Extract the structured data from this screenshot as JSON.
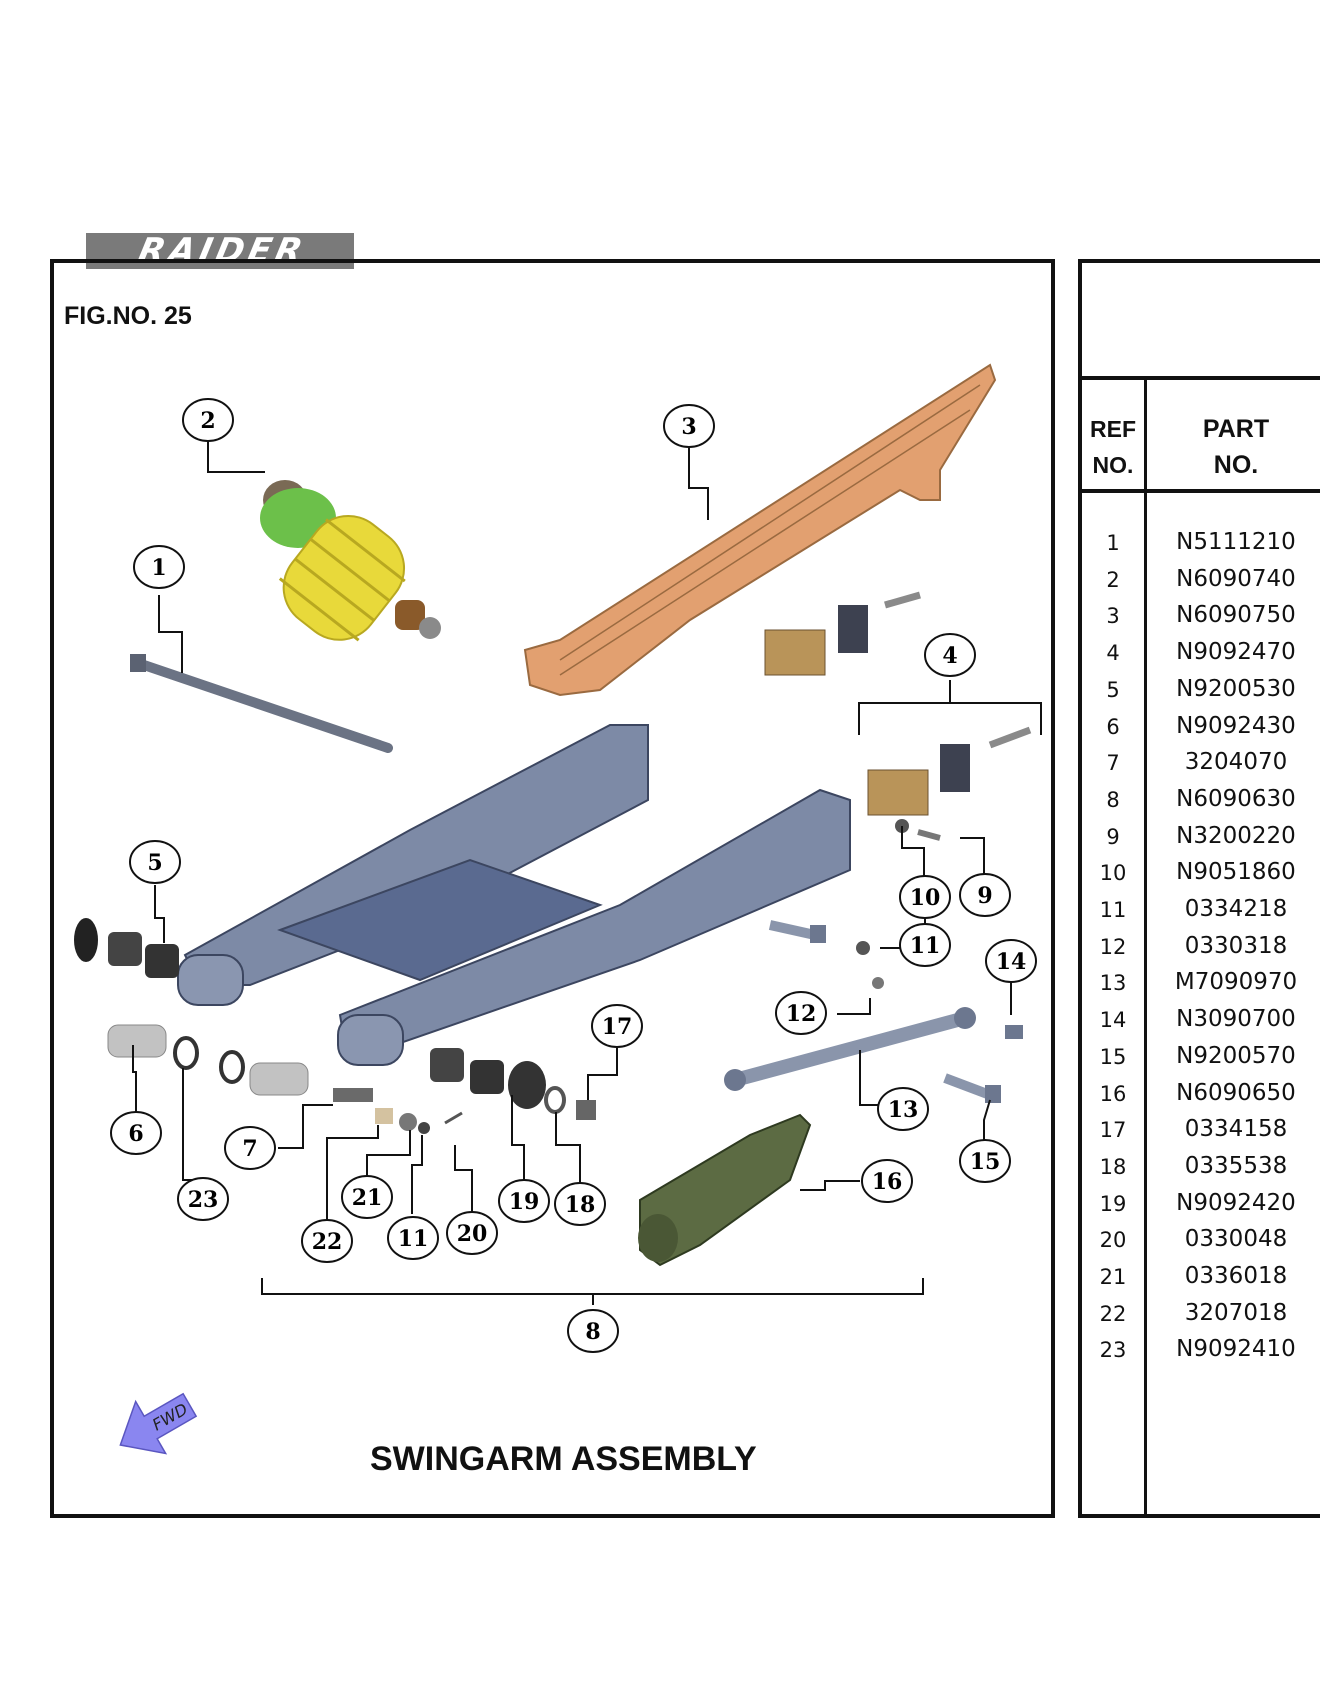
{
  "brand": {
    "logo_text": "RAIDER"
  },
  "figure": {
    "label": "FIG.NO. 25",
    "title": "SWINGARM ASSEMBLY",
    "direction_label": "FWD"
  },
  "callouts": [
    "1",
    "2",
    "3",
    "4",
    "5",
    "6",
    "7",
    "8",
    "9",
    "10",
    "11",
    "12",
    "13",
    "14",
    "15",
    "16",
    "17",
    "18",
    "19",
    "20",
    "21",
    "22",
    "23"
  ],
  "table": {
    "header_ref": [
      "REF",
      "NO."
    ],
    "header_part": [
      "PART",
      "NO."
    ],
    "rows": [
      {
        "ref": "1",
        "part": "N5111210"
      },
      {
        "ref": "2",
        "part": "N6090740"
      },
      {
        "ref": "3",
        "part": "N6090750"
      },
      {
        "ref": "4",
        "part": "N9092470"
      },
      {
        "ref": "5",
        "part": "N9200530"
      },
      {
        "ref": "6",
        "part": "N9092430"
      },
      {
        "ref": "7",
        "part": "3204070"
      },
      {
        "ref": "8",
        "part": "N6090630"
      },
      {
        "ref": "9",
        "part": "N3200220"
      },
      {
        "ref": "10",
        "part": "N9051860"
      },
      {
        "ref": "11",
        "part": "0334218"
      },
      {
        "ref": "12",
        "part": "0330318"
      },
      {
        "ref": "13",
        "part": "M7090970"
      },
      {
        "ref": "14",
        "part": "N3090700"
      },
      {
        "ref": "15",
        "part": "N9200570"
      },
      {
        "ref": "16",
        "part": "N6090650"
      },
      {
        "ref": "17",
        "part": "0334158"
      },
      {
        "ref": "18",
        "part": "0335538"
      },
      {
        "ref": "19",
        "part": "N9092420"
      },
      {
        "ref": "20",
        "part": "0330048"
      },
      {
        "ref": "21",
        "part": "0336018"
      },
      {
        "ref": "22",
        "part": "3207018"
      },
      {
        "ref": "23",
        "part": "N9092410"
      }
    ]
  },
  "colors": {
    "swingarm": "#7d8aa6",
    "spring": "#e8d93a",
    "chain_guard": "#e2a070",
    "chain_slider": "#5c6b43",
    "adjuster": "#b99459",
    "fwd_arrow": "#8a86f0",
    "logo_bg": "#777777"
  }
}
